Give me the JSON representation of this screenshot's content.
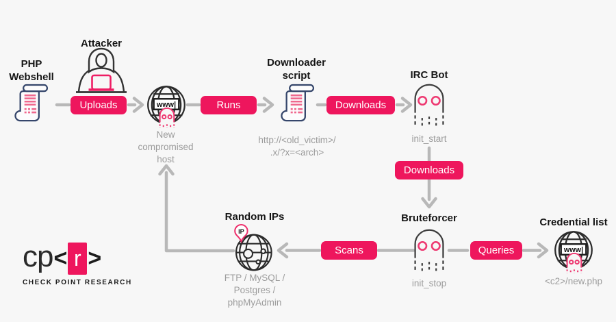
{
  "title": "Malware attack flow diagram",
  "colors": {
    "background": "#f7f7f7",
    "accent_pink": "#ee165d",
    "light_pink": "#f0688e",
    "scroll_outline": "#35466b",
    "icon_dark": "#2b2b2b",
    "arrow_gray": "#b8b8b8",
    "muted_text": "#9c9c9c",
    "label_text": "#151515"
  },
  "nodes": {
    "php_webshell": {
      "label": "PHP\nWebshell",
      "icon": "scroll-icon"
    },
    "attacker": {
      "label": "Attacker",
      "icon": "hacker-icon"
    },
    "new_host": {
      "caption": "New\ncompromised\nhost",
      "icon": "globe-www-ghost-icon"
    },
    "downloader_script": {
      "label": "Downloader\nscript",
      "caption": "http://<old_victim>/\n.x/?x=<arch>",
      "icon": "scroll-icon"
    },
    "irc_bot": {
      "label": "IRC Bot",
      "caption": "init_start",
      "icon": "ghost-icon"
    },
    "bruteforcer": {
      "label": "Bruteforcer",
      "caption": "init_stop",
      "icon": "ghost-icon"
    },
    "random_ips": {
      "label": "Random IPs",
      "caption": "FTP / MySQL /\nPostgres /\nphpMyAdmin",
      "icon": "globe-ip-pin-icon",
      "pin_text": "IP"
    },
    "credential_list": {
      "label": "Credential list",
      "caption": "<c2>/new.php",
      "icon": "globe-www-ghost-icon"
    }
  },
  "edges": {
    "uploads": "Uploads",
    "runs": "Runs",
    "downloads_top": "Downloads",
    "downloads_mid": "Downloads",
    "scans": "Scans",
    "queries": "Queries"
  },
  "globe": {
    "www_text": "www|"
  },
  "logo": {
    "cp": "cp",
    "open_bracket": "<",
    "r": "r",
    "close_bracket": ">",
    "tagline": "CHECK POINT RESEARCH"
  }
}
